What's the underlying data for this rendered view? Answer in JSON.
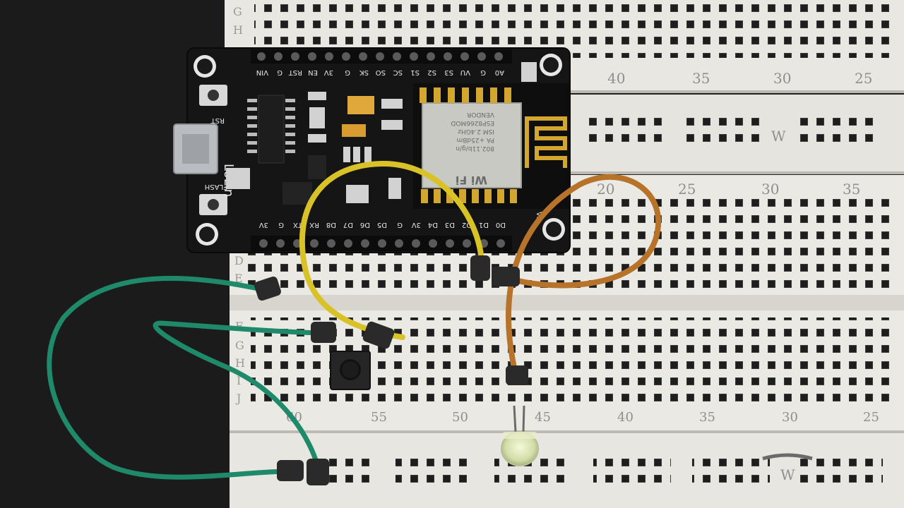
{
  "board": {
    "brand": "LoLin",
    "rst_label": "RST",
    "flash_label": "FLASH",
    "top_pins": [
      "VIN",
      "G",
      "RST",
      "EN",
      "3V",
      "G",
      "SK",
      "SO",
      "SC",
      "S1",
      "S2",
      "S3",
      "VU",
      "G",
      "A0"
    ],
    "bottom_pins": [
      "3V",
      "G",
      "TX",
      "RX",
      "D8",
      "D7",
      "D6",
      "D5",
      "G",
      "3V",
      "D4",
      "D3",
      "D2",
      "D1",
      "D0"
    ],
    "bottom_right_label": "Vin",
    "module_lines": [
      "VENDOR",
      "ESP8266MOD",
      "ISM 2.4GHz",
      "PA +25dBm",
      "802.11b/g/n"
    ],
    "module_logo": "Wi Fi"
  },
  "breadboard": {
    "upper_row_numbers": [
      "40",
      "35",
      "30",
      "25"
    ],
    "mid_row_numbers": [
      "20",
      "25",
      "30",
      "35"
    ],
    "lower_row_numbers": [
      "60",
      "55",
      "50",
      "45",
      "40",
      "35",
      "30",
      "25"
    ],
    "left_letters_top": [
      "G",
      "H"
    ],
    "left_letters_mid": [
      "D",
      "E"
    ],
    "left_letters_low": [
      "F",
      "G",
      "H",
      "I",
      "J"
    ],
    "rail_marks": [
      "W",
      "W"
    ]
  },
  "colors": {
    "wire_yellow": "#d8c227",
    "wire_orange": "#b8732a",
    "wire_green": "#1f8a6a",
    "pcb": "#151515",
    "breadboard": "#e9e7e2",
    "led": "#dfe8b8"
  }
}
